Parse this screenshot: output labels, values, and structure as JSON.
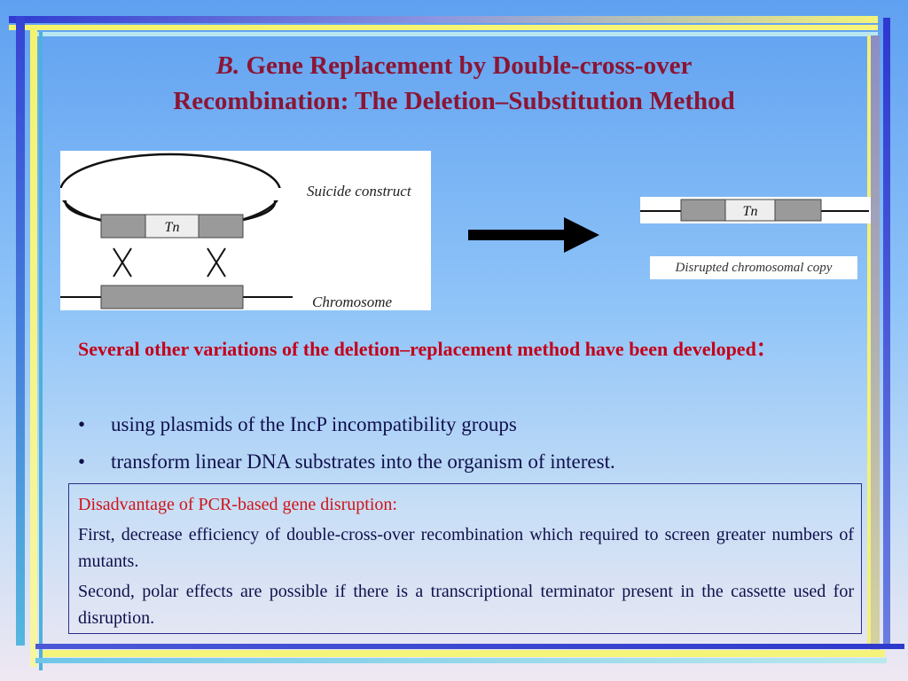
{
  "slide": {
    "title_prefix": "B.",
    "title_rest": " Gene  Replacement  by  Double-cross-over\nRecombination:  The  Deletion–Substitution  Method"
  },
  "figure": {
    "suicide_label": "Suicide construct",
    "chromosome_label": "Chromosome",
    "tn_label": "Tn",
    "tn_label_right": "Tn",
    "disrupted_label": "Disrupted chromosomal copy"
  },
  "body": {
    "intro": "Several  other  variations  of  the  deletion–replacement  method  have been  developed：",
    "bullets": [
      "using plasmids of the IncP incompatibility groups",
      "transform  linear DNA substrates into the organism of interest."
    ],
    "bullet_symbol": "•"
  },
  "box": {
    "heading": "Disadvantage of PCR-based gene disruption:",
    "first": "First, decrease efficiency of double-cross-over  recombination which required to screen greater  numbers  of  mutants.",
    "second": "Second, polar  effects  are  possible  if  there  is  a transcriptional terminator present in the cassette used for disruption."
  },
  "colors": {
    "title": "#8b1534",
    "intro": "#c4001a",
    "bullets": "#10104c",
    "box_heading": "#d01418"
  }
}
